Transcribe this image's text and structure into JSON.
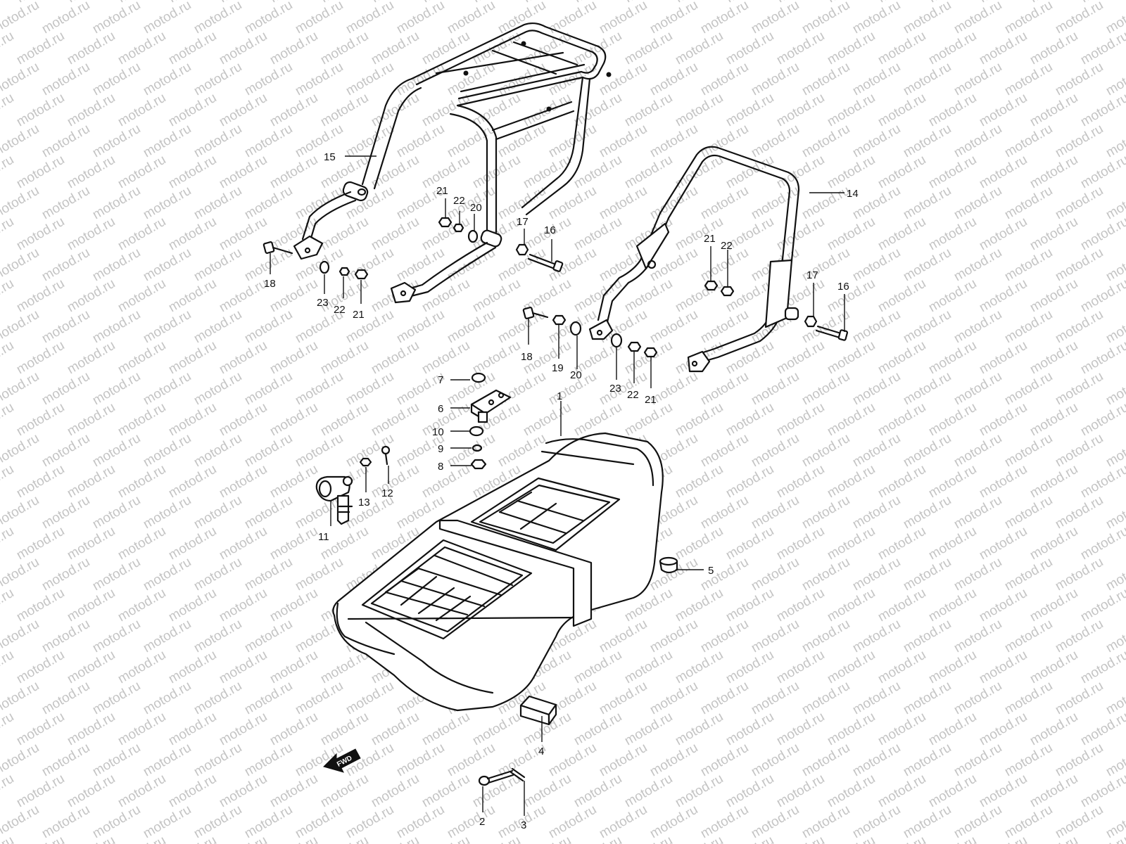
{
  "watermark": "motod.ru",
  "fwd_marker": "FWD",
  "callouts": {
    "c1": "1",
    "c2": "2",
    "c3": "3",
    "c4": "4",
    "c5": "5",
    "c6": "6",
    "c7": "7",
    "c8": "8",
    "c9": "9",
    "c10": "10",
    "c11": "11",
    "c12": "12",
    "c13": "13",
    "c14": "14",
    "c15": "15",
    "c16a": "16",
    "c16b": "16",
    "c17a": "17",
    "c17b": "17",
    "c18a": "18",
    "c18b": "18",
    "c19": "19",
    "c20a": "20",
    "c20b": "20",
    "c21a": "21",
    "c21b": "21",
    "c21c": "21",
    "c21d": "21",
    "c22a": "22",
    "c22b": "22",
    "c22c": "22",
    "c22d": "22",
    "c23a": "23",
    "c23b": "23"
  },
  "colors": {
    "line": "#111111",
    "watermark": "#c4c4c4",
    "background": "#ffffff"
  }
}
